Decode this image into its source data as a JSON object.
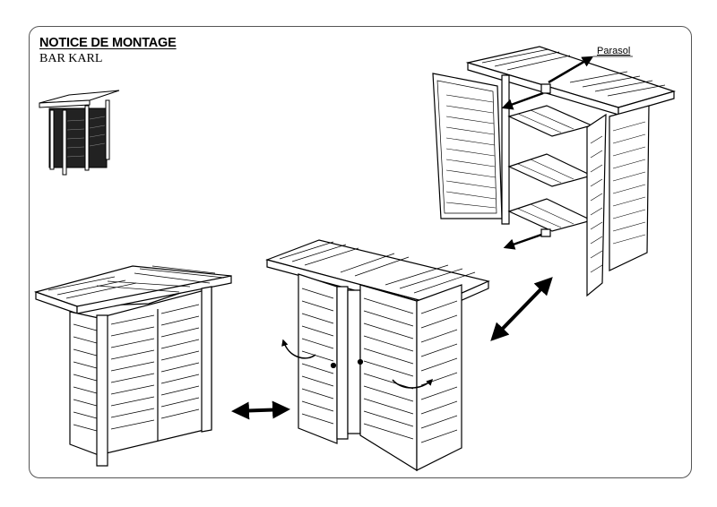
{
  "header": {
    "title": "NOTICE DE MONTAGE",
    "subtitle": "BAR KARL"
  },
  "callouts": {
    "parasol": "Parasol"
  },
  "icons": [
    "bar-thumbnail-illustration",
    "double-arrow-icon",
    "curved-arrow-icon"
  ],
  "colors": {
    "line": "#000000",
    "border": "#555555",
    "background": "#ffffff"
  }
}
